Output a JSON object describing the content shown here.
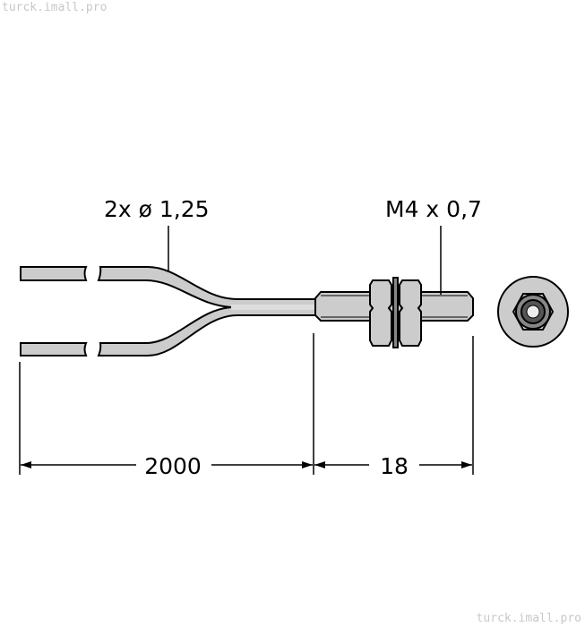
{
  "watermark": "turck.imall.pro",
  "labels": {
    "wire_diameter": "2x ø 1,25",
    "thread": "M4 x 0,7"
  },
  "dimensions": {
    "cable_length": "2000",
    "sensor_length": "18"
  },
  "colors": {
    "body_fill": "#cccccc",
    "outline": "#000000",
    "watermark": "#c8c8c8"
  }
}
